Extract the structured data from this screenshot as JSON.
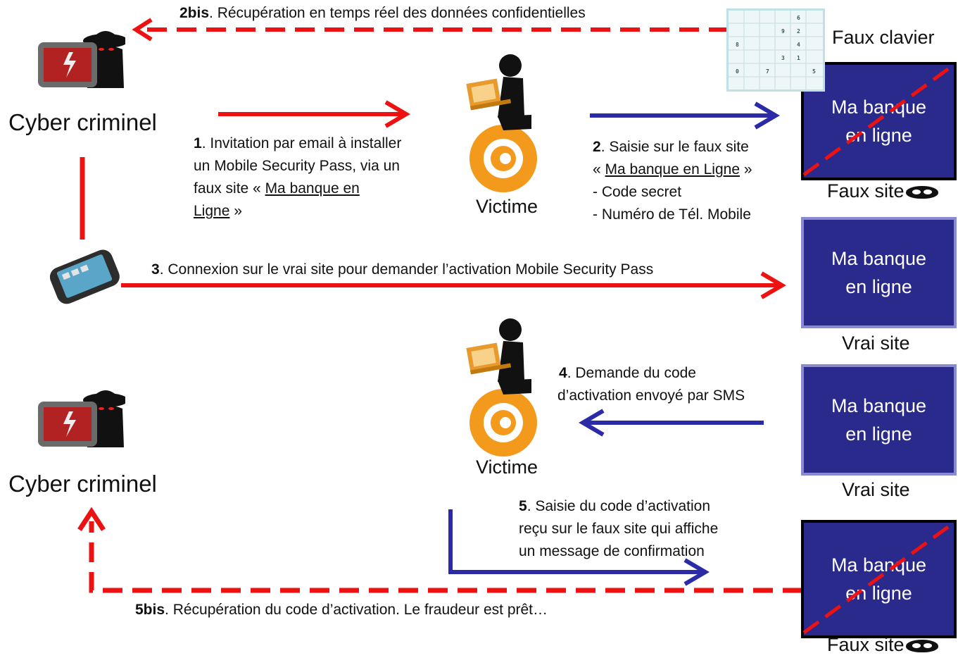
{
  "steps": {
    "s2bis_num": "2bis",
    "s2bis_text": ". Récupération en temps réel des données confidentielles",
    "s1_num": "1",
    "s1_line1": ". Invitation par email à installer",
    "s1_line2": "un Mobile Security Pass, via un",
    "s1_line3a": "faux site « ",
    "s1_line3b": "Ma banque en",
    "s1_line4a": "Ligne",
    "s1_line4b": " »",
    "s2_num": "2",
    "s2_line1": ". Saisie sur le faux site",
    "s2_line2a": "« ",
    "s2_line2b": "Ma banque en Ligne",
    "s2_line2c": " »",
    "s2_line3": "- Code secret",
    "s2_line4": "- Numéro de Tél. Mobile",
    "s3_num": "3",
    "s3_text": ". Connexion sur le vrai site pour demander l’activation Mobile Security Pass",
    "s4_num": "4",
    "s4_line1": ". Demande du code",
    "s4_line2": "d’activation envoyé par SMS",
    "s5_num": "5",
    "s5_line1": ". Saisie du code d’activation",
    "s5_line2": "reçu sur le faux site qui affiche",
    "s5_line3": "un message de confirmation",
    "s5bis_num": "5bis",
    "s5bis_text": ". Récupération du code d’activation. Le fraudeur est prêt…"
  },
  "actors": {
    "criminal_1": "Cyber criminel",
    "criminal_2": "Cyber criminel",
    "victim_1": "Victime",
    "victim_2": "Victime"
  },
  "sites": {
    "fake_keyboard": "Faux clavier",
    "bank_line1": "Ma banque",
    "bank_line2": "en ligne",
    "fake_site": "Faux site",
    "real_site": "Vrai site"
  },
  "keypad_digits": [
    "6",
    "9",
    "2",
    "8",
    "4",
    "3",
    "1",
    "0",
    "7",
    "5"
  ],
  "colors": {
    "red": "#ee1111",
    "blue": "#2b2ba8",
    "bank_bg": "#2a2a8c",
    "orange": "#f39a1c"
  }
}
